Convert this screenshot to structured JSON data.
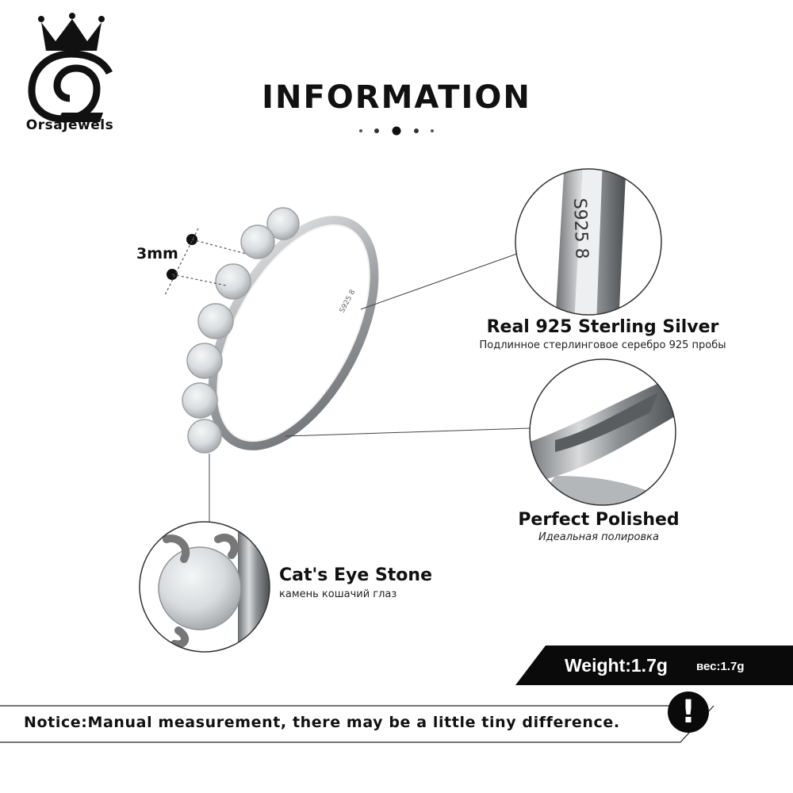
{
  "brand": {
    "name": "OrsaJewels"
  },
  "header": {
    "title": "INFORMATION"
  },
  "dimension": {
    "label": "3mm"
  },
  "features": {
    "silver": {
      "title": "Real 925  Sterling  Silver",
      "subtitle": "Подлинное стерлинговое серебро 925 пробы",
      "engraving": "S925 8"
    },
    "polished": {
      "title": "Perfect  Polished",
      "subtitle": "Идеальная полировка"
    },
    "stone": {
      "title": "Cat's Eye Stone",
      "subtitle": "камень кошачий глаз"
    }
  },
  "weight": {
    "main": "Weight:1.7g",
    "alt": "вес:1.7g"
  },
  "notice": {
    "text": "Notice:Manual measurement, there may be a little tiny difference.",
    "icon": "!"
  },
  "colors": {
    "accent": "#0a0a0a",
    "stone": "#dcdfe1",
    "silver": "#b9bcbf"
  }
}
